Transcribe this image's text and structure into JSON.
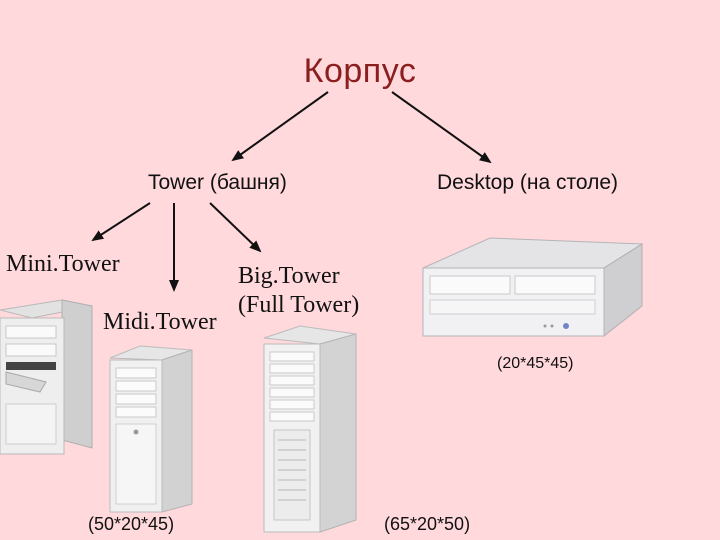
{
  "title": "Корпус",
  "branches": {
    "tower": "Tower (башня)",
    "desktop": "Desktop (на столе)"
  },
  "tower_types": {
    "mini": "Mini.Tower",
    "midi": "Midi.Tower",
    "big_line1": "Big.Tower",
    "big_line2": "(Full Tower)"
  },
  "dimensions": {
    "desktop": "(20*45*45)",
    "midi": "(50*20*45)",
    "big": "(65*20*50)"
  },
  "colors": {
    "background": "#ffd9dc",
    "title": "#8b1f1f",
    "arrows": "#111111",
    "case_body": "#ededed"
  }
}
